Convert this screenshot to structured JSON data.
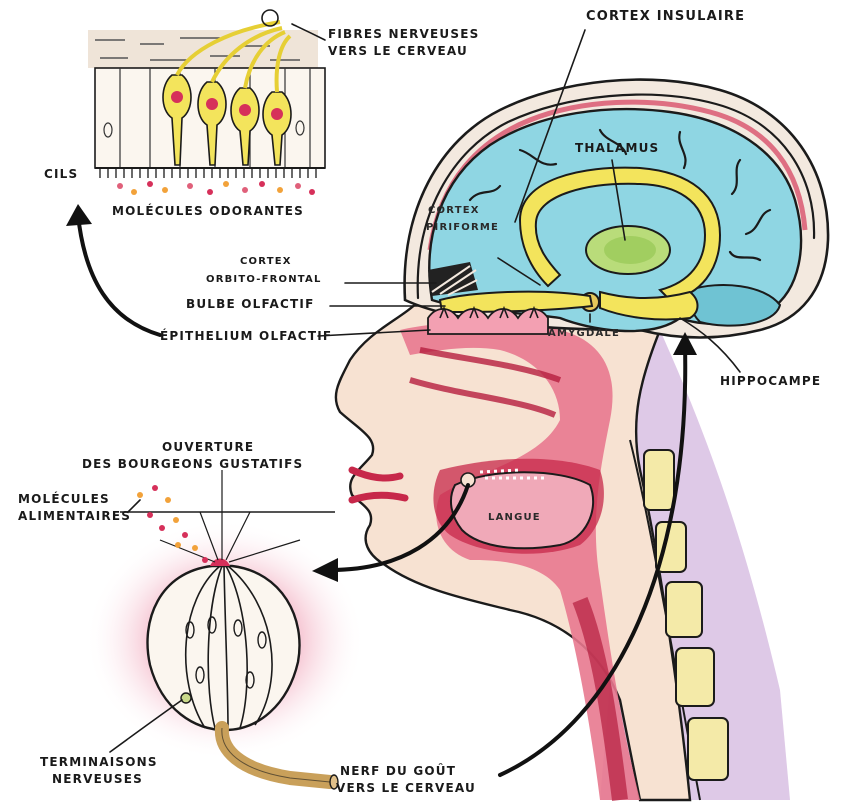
{
  "labels": {
    "fibres_line1": "FIBRES NERVEUSES",
    "fibres_line2": "VERS LE CERVEAU",
    "cils": "CILS",
    "molecules_odorantes": "MOLÉCULES ODORANTES",
    "cortex_insulaire": "CORTEX INSULAIRE",
    "thalamus": "THALAMUS",
    "cortex_piriforme_line1": "CORTEX",
    "cortex_piriforme_line2": "PIRIFORME",
    "cortex_orbito_line1": "CORTEX",
    "cortex_orbito_line2": "ORBITO-FRONTAL",
    "bulbe_olfactif": "BULBE OLFACTIF",
    "epithelium_olfactif": "ÉPITHELIUM OLFACTIF",
    "amygdale": "AMYGDALE",
    "hippocampe": "HIPPOCAMPE",
    "ouverture_line1": "OUVERTURE",
    "ouverture_line2": "DES BOURGEONS GUSTATIFS",
    "molecules_alimentaires_line1": "MOLÉCULES",
    "molecules_alimentaires_line2": "ALIMENTAIRES",
    "langue": "LANGUE",
    "terminaisons_line1": "TERMINAISONS",
    "terminaisons_line2": "NERVEUSES",
    "nerf_line1": "NERF DU GOÛT",
    "nerf_line2": "VERS LE CERVEAU"
  },
  "colors": {
    "brain": "#8fd6e3",
    "nerve_yellow": "#f3e45c",
    "flesh_pink": "#e0607a",
    "mucosa_red": "#c7284a",
    "skin": "#f5d9c4",
    "spine_purple": "#c8a6d6",
    "thalamus_green": "#b9dc7a",
    "vertebra": "#f4eaa8"
  }
}
